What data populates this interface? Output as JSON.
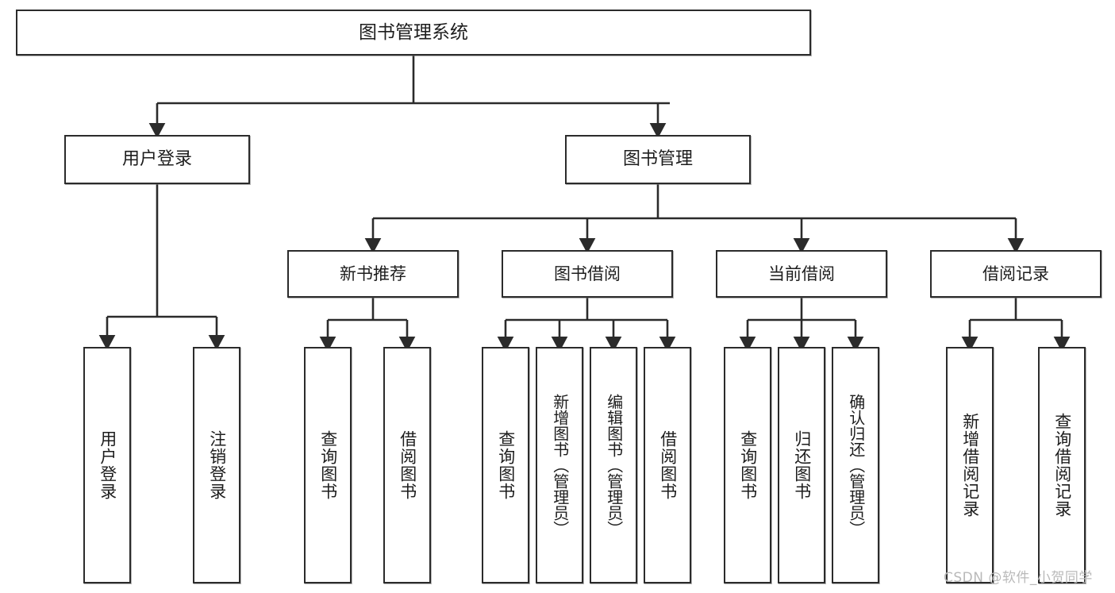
{
  "diagram": {
    "title": "图书管理系统",
    "watermark": "CSDN @软件_小贺同学",
    "colors": {
      "background": "#ffffff",
      "node_fill": "#ffffff",
      "node_border": "#2b2b2b",
      "edge": "#2b2b2b",
      "text": "#1d1d1d",
      "watermark": "#b9b9b9"
    },
    "root": {
      "label": "图书管理系统"
    },
    "level1": [
      {
        "label": "用户登录"
      },
      {
        "label": "图书管理"
      }
    ],
    "level2": [
      {
        "label": "新书推荐"
      },
      {
        "label": "图书借阅"
      },
      {
        "label": "当前借阅"
      },
      {
        "label": "借阅记录"
      }
    ],
    "leaves": [
      {
        "label": "用户登录"
      },
      {
        "label": "注销登录"
      },
      {
        "label": "查询图书"
      },
      {
        "label": "借阅图书"
      },
      {
        "label": "查询图书"
      },
      {
        "label": "新增图书（管理员）"
      },
      {
        "label": "编辑图书（管理员）"
      },
      {
        "label": "借阅图书"
      },
      {
        "label": "查询图书"
      },
      {
        "label": "归还图书"
      },
      {
        "label": "确认归还（管理员）"
      },
      {
        "label": "新增借阅记录"
      },
      {
        "label": "查询借阅记录"
      }
    ]
  }
}
